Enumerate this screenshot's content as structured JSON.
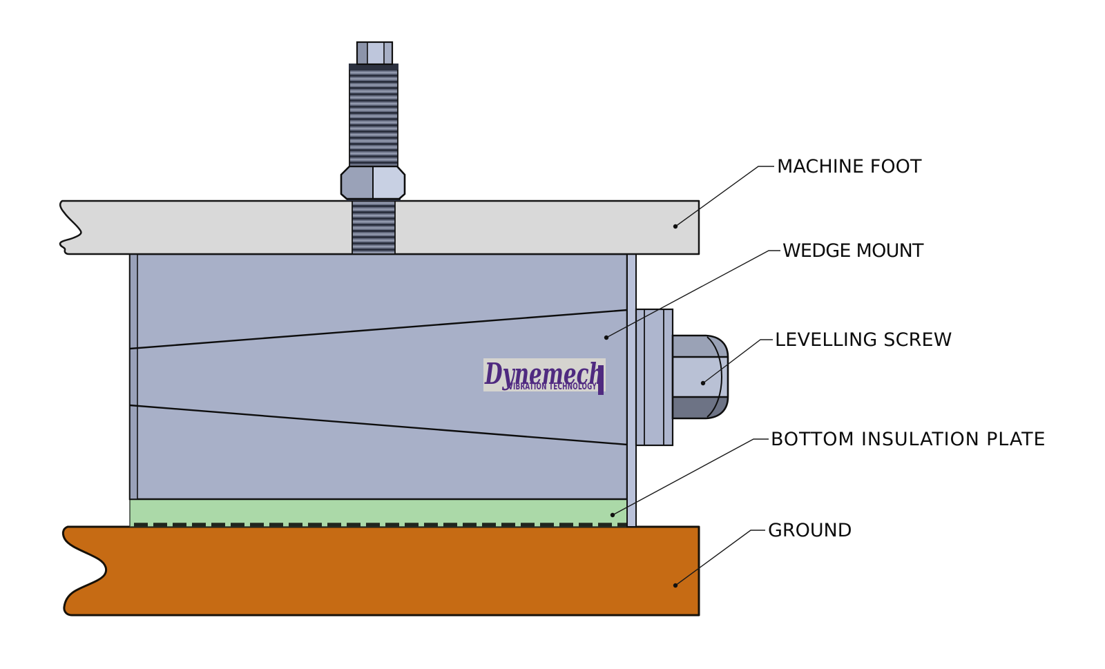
{
  "diagram": {
    "type": "engineering-cross-section",
    "subject": "wedge mount vibration isolator installation",
    "labels": {
      "machine_foot": "MACHINE FOOT",
      "wedge_mount": "WEDGE MOUNT",
      "levelling_screw": "LEVELLING SCREW",
      "bottom_insulation_plate": "BOTTOM INSULATION PLATE",
      "ground": "GROUND"
    },
    "logo": {
      "brand": "Dynemech",
      "tagline": "VIBRATION TECHNOLOGY"
    },
    "colors": {
      "background": "#ffffff",
      "machine_foot_gray": "#d9d9d9",
      "wedge_body_blue": "#a8b0c8",
      "left_plate_strip": "#99a1b9",
      "right_plate_strip": "#bac2da",
      "screw_mid_band": "#b9c1d5",
      "screw_dark_band": "#6d7385",
      "thread_dark": "#2c3140",
      "insulation_green": "#abd9a8",
      "insulation_green_light": "#c6e7c3",
      "ground_orange": "#c66b14",
      "outline_black": "#141414",
      "logo_purple": "#4f2a80",
      "logo_background": "#d5d4cf"
    }
  }
}
